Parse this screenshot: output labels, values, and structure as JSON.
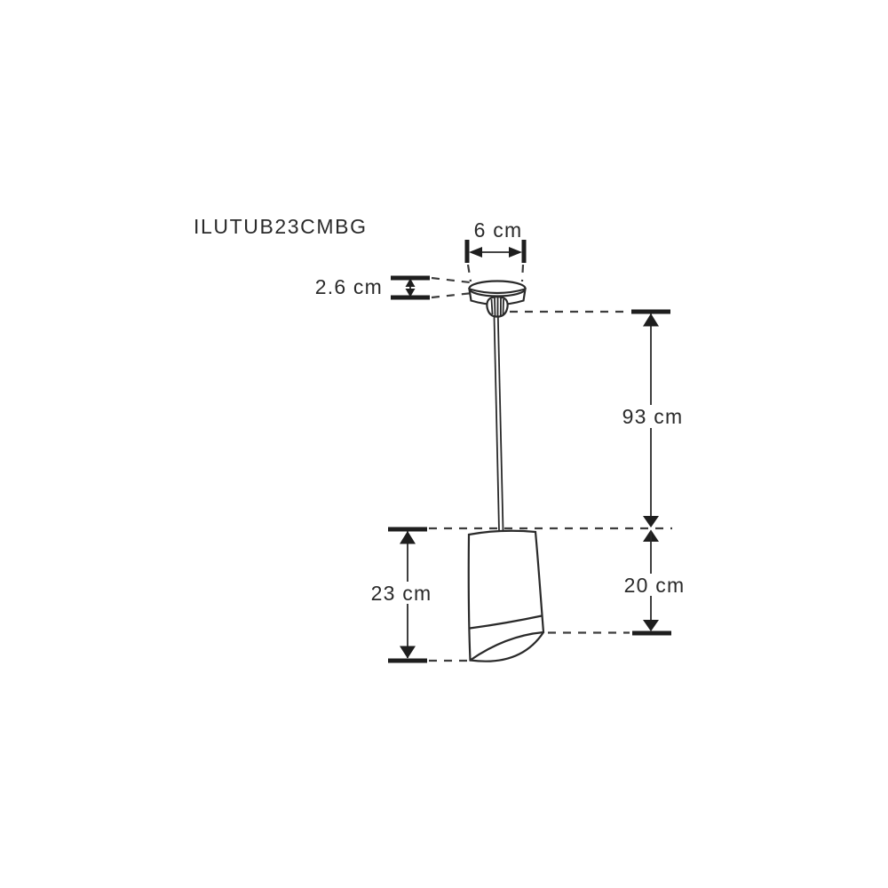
{
  "product_code": "ILUTUB23CMBG",
  "dimensions": {
    "canopy_width": "6 cm",
    "canopy_height": "2.6 cm",
    "suspension_drop": "93 cm",
    "shade_long_side": "23 cm",
    "shade_short_side": "20 cm"
  },
  "colors": {
    "line": "#2a2a2a",
    "dashed_line": "#3d3d3d",
    "text": "#2a2a2a",
    "background": "#ffffff"
  }
}
